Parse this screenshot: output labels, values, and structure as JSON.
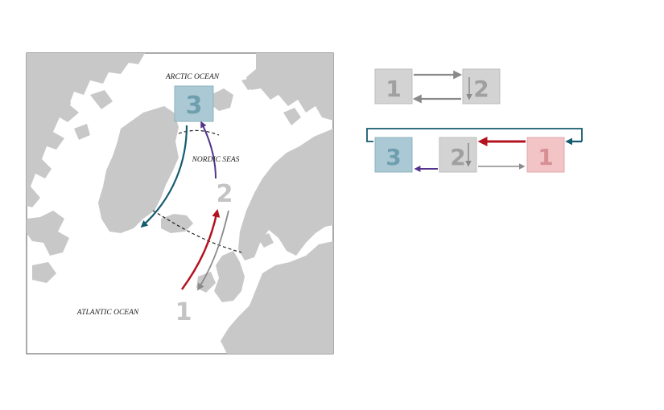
{
  "map": {
    "labels": {
      "arctic_ocean": "ARCTIC OCEAN",
      "nordic_seas": "NORDIC SEAS",
      "atlantic_ocean": "ATLANTIC OCEAN"
    },
    "box_3": "3",
    "number_2": "2",
    "number_1": "1"
  },
  "schematic_top": {
    "box_1": "1",
    "box_2": "2"
  },
  "schematic_bottom": {
    "box_3": "3",
    "box_2": "2",
    "box_1": "1"
  },
  "colors": {
    "land": "#c8c8c8",
    "box_grey": "#d3d3d3",
    "box_blue": "#aac9d4",
    "box_red": "#f2c4c6",
    "text_grey": "#a0a0a0",
    "text_blue": "#6f9fae",
    "text_red": "#d88f94",
    "arrow_red": "#b3121f",
    "arrow_teal": "#155b70",
    "arrow_purple": "#54338c",
    "arrow_grey": "#8a8a8a"
  }
}
